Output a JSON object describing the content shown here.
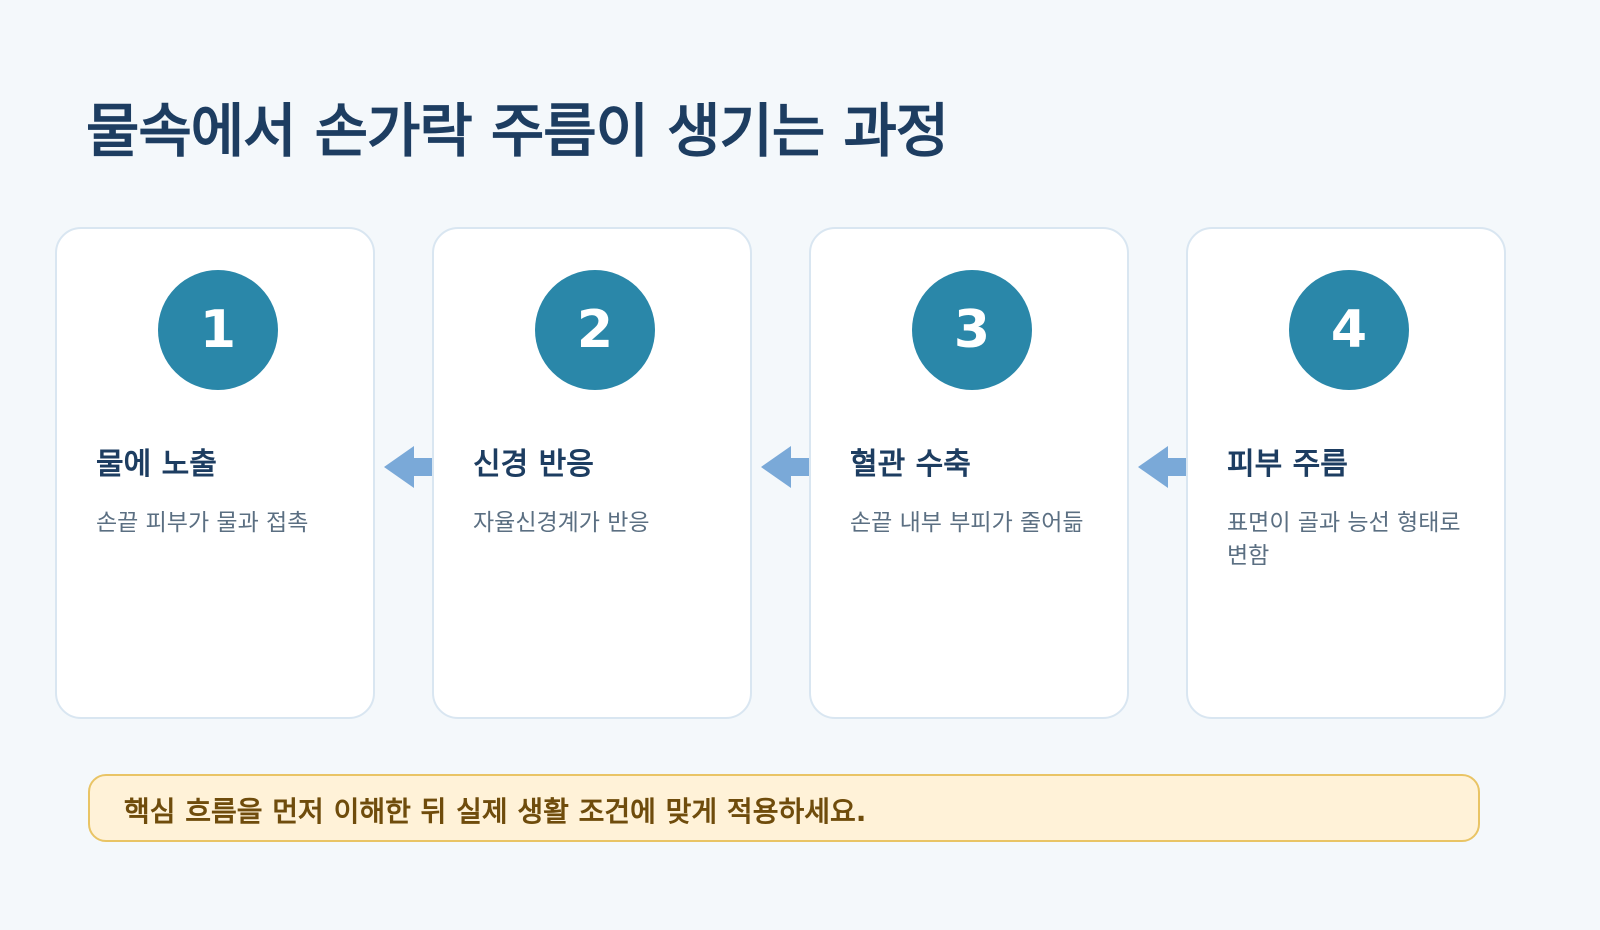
{
  "title": "물속에서 손가락 주름이 생기는 과정",
  "steps": [
    {
      "number": "1",
      "title": "물에 노출",
      "description": "손끝 피부가 물과 접촉"
    },
    {
      "number": "2",
      "title": "신경 반응",
      "description": "자율신경계가 반응"
    },
    {
      "number": "3",
      "title": "혈관 수축",
      "description": "손끝 내부 부피가 줄어듦"
    },
    {
      "number": "4",
      "title": "피부 주름",
      "description": "표면이 골과 능선 형태로 변함"
    }
  ],
  "callout": {
    "text": "핵심 흐름을 먼저 이해한 뒤 실제 생활 조건에 맞게 적용하세요."
  },
  "colors": {
    "accent": "#2a87a9",
    "arrow": "#7aa9d8",
    "title": "#1d3d61",
    "callout_bg": "#fff2d8",
    "callout_border": "#e9c465",
    "callout_text": "#6f4c0c"
  },
  "icons": {
    "connector": "arrow-left-icon"
  }
}
